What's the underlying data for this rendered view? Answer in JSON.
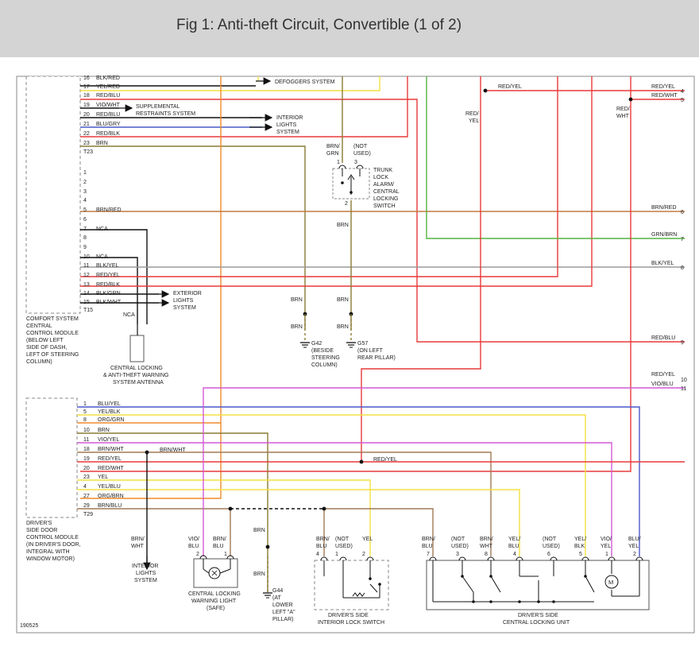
{
  "title": "Fig 1: Anti-theft Circuit, Convertible (1 of 2)",
  "figure_id": "190525",
  "wire_colors": {
    "red": "#e83a3a",
    "orange": "#f08a2c",
    "yellow": "#f3e040",
    "green": "#55b340",
    "olive": "#8a7a34",
    "brown": "#a07a55",
    "blue": "#4a58c8",
    "violet": "#d25ad6",
    "black": "#111111",
    "grey": "#9a9a9a",
    "darkred": "#b03030"
  },
  "comfort_module": {
    "name_lines": [
      "COMFORT SYSTEM",
      "CENTRAL",
      "CONTROL MODULE",
      "(BELOW LEFT",
      "SIDE OF DASH,",
      "LEFT OF STEERING",
      "COLUMN)"
    ],
    "connector_top": "T23",
    "connector_bottom": "T15",
    "pins_top": [
      {
        "pin": "16",
        "wire": "BLK/RED"
      },
      {
        "pin": "17",
        "wire": "YEL/RED"
      },
      {
        "pin": "18",
        "wire": "RED/BLU"
      },
      {
        "pin": "19",
        "wire": "VIO/WHT"
      },
      {
        "pin": "20",
        "wire": "RED/BLU"
      },
      {
        "pin": "21",
        "wire": "BLU/GRY"
      },
      {
        "pin": "22",
        "wire": "RED/BLK"
      },
      {
        "pin": "23",
        "wire": "BRN"
      }
    ],
    "pins_bottom": [
      {
        "pin": "1",
        "wire": ""
      },
      {
        "pin": "2",
        "wire": ""
      },
      {
        "pin": "3",
        "wire": ""
      },
      {
        "pin": "4",
        "wire": ""
      },
      {
        "pin": "5",
        "wire": "BRN/RED"
      },
      {
        "pin": "6",
        "wire": ""
      },
      {
        "pin": "7",
        "wire": "NCA"
      },
      {
        "pin": "8",
        "wire": ""
      },
      {
        "pin": "9",
        "wire": ""
      },
      {
        "pin": "10",
        "wire": "NCA"
      },
      {
        "pin": "11",
        "wire": "BLK/YEL"
      },
      {
        "pin": "12",
        "wire": "RED/YEL"
      },
      {
        "pin": "13",
        "wire": "RED/BLK"
      },
      {
        "pin": "14",
        "wire": "BLK/GRN"
      },
      {
        "pin": "15",
        "wire": "BLK/WHT"
      }
    ]
  },
  "door_module": {
    "name_lines": [
      "DRIVER'S",
      "SIDE DOOR",
      "CONTROL MODULE",
      "(IN DRIVER'S DOOR,",
      "INTEGRAL WITH",
      "WINDOW MOTOR)"
    ],
    "connector": "T29",
    "pins": [
      {
        "pin": "1",
        "wire": "BLU/YEL"
      },
      {
        "pin": "5",
        "wire": "YEL/BLK"
      },
      {
        "pin": "8",
        "wire": "ORG/GRN"
      },
      {
        "pin": "10",
        "wire": "BRN"
      },
      {
        "pin": "11",
        "wire": "VIO/YEL"
      },
      {
        "pin": "18",
        "wire": "BRN/WHT"
      },
      {
        "pin": "19",
        "wire": "RED/YEL"
      },
      {
        "pin": "20",
        "wire": "RED/WHT"
      },
      {
        "pin": "23",
        "wire": "YEL"
      },
      {
        "pin": "4",
        "wire": "YEL/BLU"
      },
      {
        "pin": "27",
        "wire": "ORG/BRN"
      },
      {
        "pin": "29",
        "wire": "BRN/BLU"
      }
    ]
  },
  "systems": {
    "defoggers": "DEFOGGERS SYSTEM",
    "srs": [
      "SUPPLEMENTAL",
      "RESTRAINTS SYSTEM"
    ],
    "interior_lights": [
      "INTERIOR",
      "LIGHTS",
      "SYSTEM"
    ],
    "exterior_lights": [
      "EXTERIOR",
      "LIGHTS",
      "SYSTEM"
    ],
    "interior_lights_bottom": [
      "INTERIOR",
      "LIGHTS",
      "SYSTEM"
    ]
  },
  "trunk_switch": {
    "name_lines": [
      "TRUNK",
      "LOCK",
      "ALARM/",
      "CENTRAL",
      "LOCKING",
      "SWITCH"
    ],
    "pin1_wire": [
      "BRN/",
      "GRN"
    ],
    "pin3_wire": [
      "(NOT",
      "USED)"
    ],
    "pin1": "1",
    "pin3": "3",
    "pin2": "2",
    "out_wire": "BRN"
  },
  "grounds": {
    "g42": [
      "G42",
      "(BESIDE",
      "STEERING",
      "COLUMN)"
    ],
    "g57": [
      "G57",
      "(ON LEFT",
      "REAR PILLAR)"
    ],
    "g44": [
      "G44",
      "(AT",
      "LOWER",
      "LEFT \"A\"",
      "PILLAR)"
    ],
    "wire": "BRN"
  },
  "antenna": {
    "label": "NCA",
    "name_lines": [
      "CENTRAL LOCKING",
      "& ANTI-THEFT WARNING",
      "SYSTEM ANTENNA"
    ]
  },
  "right_wires": [
    {
      "label": "RED/YEL",
      "num": "4"
    },
    {
      "label": "RED/WHT",
      "num": "5"
    },
    {
      "label": "BRN/RED",
      "num": "6"
    },
    {
      "label": "GRN/BRN",
      "num": "7"
    },
    {
      "label": "BLK/YEL",
      "num": "8"
    },
    {
      "label": "RED/BLU",
      "num": "9"
    },
    {
      "label": "RED/YEL",
      "num": "10"
    },
    {
      "label": "VIO/BLU",
      "num": "11"
    }
  ],
  "top_labels": {
    "red_yel_top": "RED/YEL",
    "red_yel_vert": [
      "RED/",
      "YEL"
    ],
    "red_wht_vert": [
      "RED/",
      "WHT"
    ]
  },
  "misc_labels": {
    "red_yel_mid": "RED/YEL",
    "brn_wht": "BRN/WHT",
    "brn_wht_vert": [
      "BRN/",
      "WHT"
    ]
  },
  "warning_light": {
    "name_lines": [
      "CENTRAL LOCKING",
      "WARNING LIGHT",
      "(SAFE)"
    ],
    "pin2_wire": [
      "VIO/",
      "BLU"
    ],
    "pin1_wire": [
      "BRN/",
      "BLU"
    ],
    "pin2": "2",
    "pin1": "1"
  },
  "interior_lock_switch": {
    "name_lines": [
      "DRIVER'S SIDE",
      "INTERIOR LOCK SWITCH"
    ],
    "pins": [
      {
        "pin": "4",
        "wire": [
          "BRN/",
          "BLU"
        ]
      },
      {
        "pin": "1",
        "wire": [
          "(NOT",
          "USED)"
        ]
      },
      {
        "pin": "2",
        "wire": [
          "YEL"
        ]
      }
    ]
  },
  "locking_unit": {
    "name_lines": [
      "DRIVER'S SIDE",
      "CENTRAL LOCKING UNIT"
    ],
    "pins": [
      {
        "pin": "7",
        "wire": [
          "BRN/",
          "BLU"
        ]
      },
      {
        "pin": "3",
        "wire": [
          "(NOT",
          "USED)"
        ]
      },
      {
        "pin": "8",
        "wire": [
          "BRN/",
          "WHT"
        ]
      },
      {
        "pin": "4",
        "wire": [
          "YEL/",
          "BLU"
        ]
      },
      {
        "pin": "6",
        "wire": [
          "(NOT",
          "USED)"
        ]
      },
      {
        "pin": "5",
        "wire": [
          "YEL/",
          "BLK"
        ]
      },
      {
        "pin": "1",
        "wire": [
          "VIO/",
          "YEL"
        ]
      },
      {
        "pin": "2",
        "wire": [
          "BLU/",
          "YEL"
        ]
      }
    ],
    "motor_symbol": "M"
  }
}
